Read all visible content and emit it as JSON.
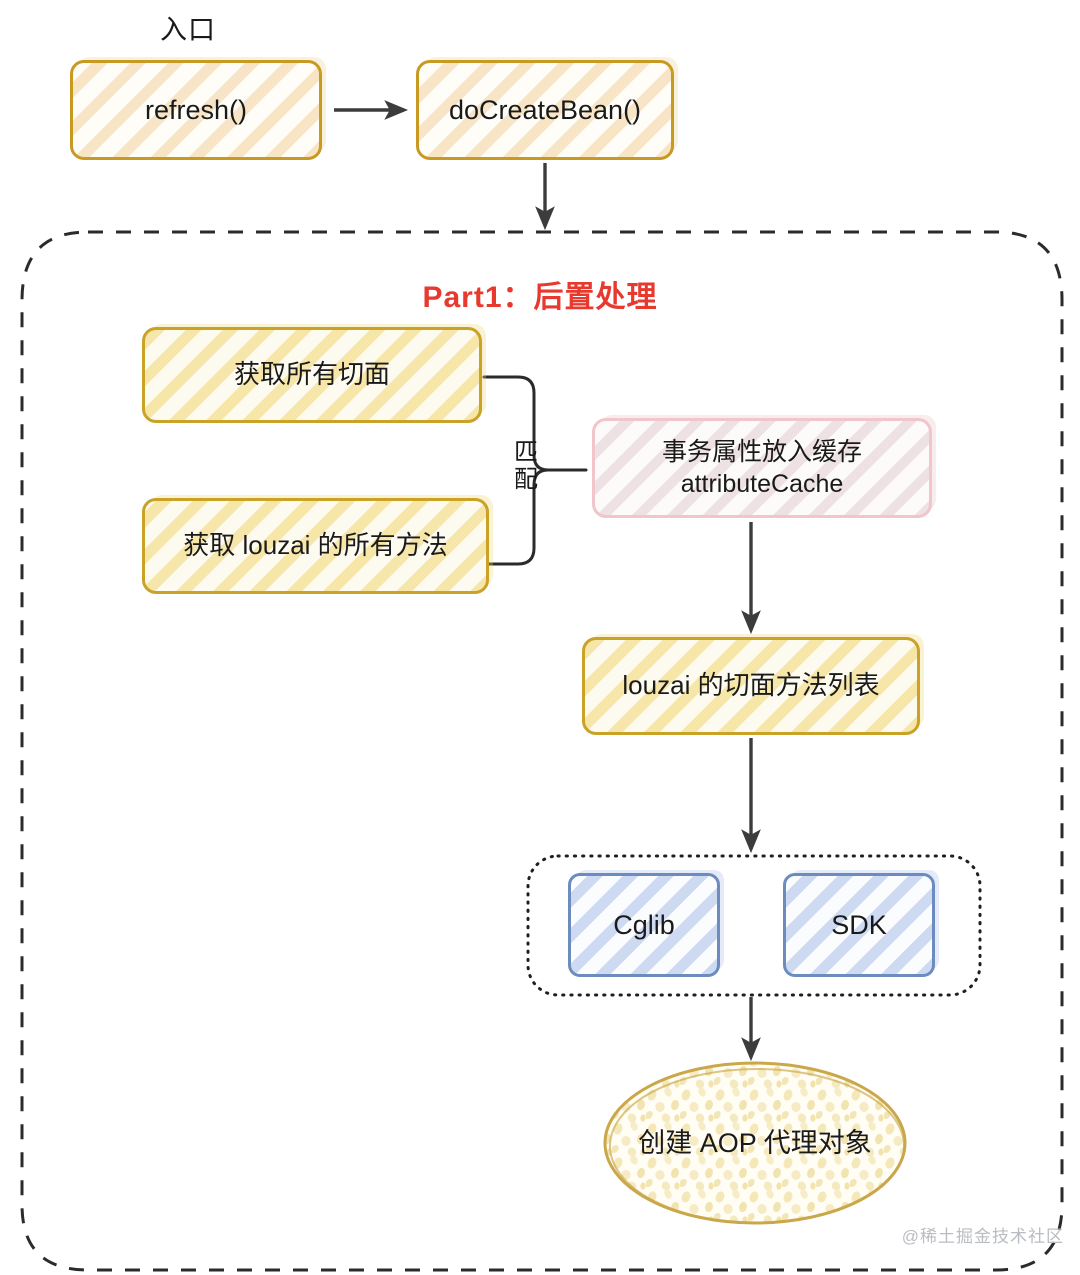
{
  "diagram": {
    "entry_label": "入口",
    "part_title": "Part1：后置处理",
    "match_label": "匹配",
    "watermark": "@稀土掘金技术社区",
    "colors": {
      "title_red": "#e8392f",
      "yellow_border": "#c9a227",
      "yellow_pale_border": "#c99a22",
      "pink_border": "#f2c4cb",
      "blue_border": "#6d8cbe",
      "arrow": "#3c3c3c",
      "dashed_container": "#2b2b2b",
      "watermark_gray": "#b9bcc2",
      "background": "#ffffff"
    },
    "nodes": {
      "refresh": "refresh()",
      "do_create_bean": "doCreateBean()",
      "get_all_aspects": "获取所有切面",
      "get_louzai_methods": "获取 louzai 的所有方法",
      "attribute_cache_line1": "事务属性放入缓存",
      "attribute_cache_line2": "attributeCache",
      "louzai_aspect_method_list": "louzai 的切面方法列表",
      "cglib": "Cglib",
      "sdk": "SDK",
      "create_aop_proxy": "创建 AOP 代理对象"
    }
  }
}
